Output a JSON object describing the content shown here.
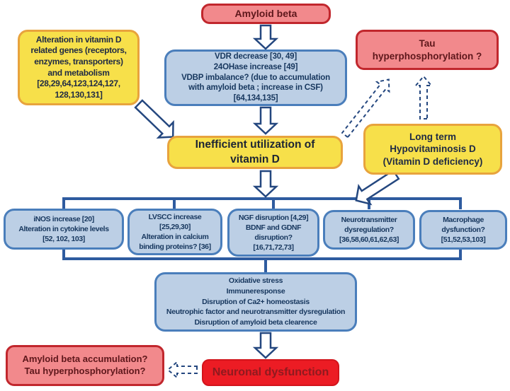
{
  "title": "Vitamin D and amyloid beta pathway diagram",
  "colors": {
    "pink_fill": "#F2898C",
    "pink_border": "#C1272D",
    "pink_text": "#5E171B",
    "yellow_fill": "#F7E04A",
    "yellow_border": "#E8A33D",
    "yellow_text": "#1F2A44",
    "blue_fill": "#BCCFE5",
    "blue_border": "#4A7EBB",
    "blue_text": "#17375E",
    "red_fill": "#EC1C24",
    "red_text": "#8E1A1F",
    "connector": "#2E5B9F",
    "arrow_outline": "#24477F"
  },
  "nodes": {
    "amyloid_beta": "Amyloid beta",
    "vit_d_genes": "Alteration in vitamin D\nrelated genes (receptors,\nenzymes, transporters)\nand metabolism\n[28,29,64,123,124,127,\n128,130,131]",
    "vdr": "VDR decrease [30, 49]\n24OHase increase [49]\nVDBP imbalance? (due to accumulation\nwith amyloid beta ; increase in CSF)\n[64,134,135]",
    "tau": "Tau\nhyperphosphorylation ?",
    "inefficient": "Inefficient utilization of\nvitamin D",
    "hypovitaminosis": "Long term\nHypovitaminosis D\n(Vitamin D deficiency)",
    "inos": "iNOS increase [20]\nAlteration in cytokine levels\n[52, 102, 103]",
    "lvscc": "LVSCC increase\n[25,29,30]\nAlteration in calcium\nbinding proteins? [36]",
    "ngf": "NGF disruption [4,29]\nBDNF and GDNF\ndisruption?\n[16,71,72,73]",
    "neurotransmitter": "Neurotransmitter\ndysregulation?\n[36,58,60,61,62,63]",
    "macrophage": "Macrophage\ndysfunction?\n[51,52,53,103]",
    "oxidative": "Oxidative stress\nImmuneresponse\nDisruption of Ca2+ homeostasis\nNeutrophic factor and neurotransmitter dysregulation\nDisruption of amyloid beta clearence",
    "accumulation": "Amyloid beta accumulation?\nTau hyperphosphorylation?",
    "neuronal": "Neuronal dysfunction"
  }
}
